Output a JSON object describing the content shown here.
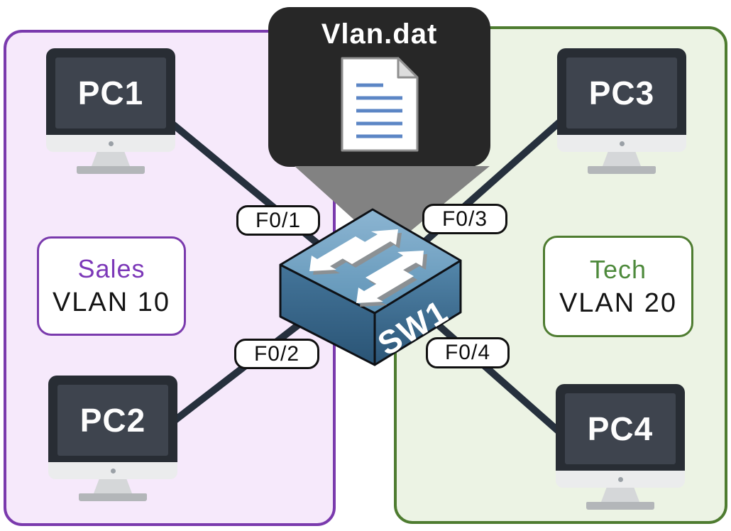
{
  "file_box": {
    "title": "Vlan.dat",
    "icon": "document-icon"
  },
  "switch": {
    "label": "SW1"
  },
  "zones": {
    "sales": {
      "name": "Sales",
      "vlan": "VLAN 10"
    },
    "tech": {
      "name": "Tech",
      "vlan": "VLAN 20"
    }
  },
  "pcs": {
    "pc1": {
      "label": "PC1",
      "zone": "Sales VLAN 10",
      "port": "F0/1"
    },
    "pc2": {
      "label": "PC2",
      "zone": "Sales VLAN 10",
      "port": "F0/2"
    },
    "pc3": {
      "label": "PC3",
      "zone": "Tech VLAN 20",
      "port": "F0/3"
    },
    "pc4": {
      "label": "PC4",
      "zone": "Tech VLAN 20",
      "port": "F0/4"
    }
  },
  "ports": {
    "f01": {
      "label": "F0/1"
    },
    "f02": {
      "label": "F0/2"
    },
    "f03": {
      "label": "F0/3"
    },
    "f04": {
      "label": "F0/4"
    }
  },
  "colors": {
    "sales_border": "#7a3aad",
    "sales_fill": "#f6e9fb",
    "sales_text": "#7c38b8",
    "tech_border": "#4e7c30",
    "tech_fill": "#ecf3e4",
    "tech_text": "#4e8a3c",
    "cable": "#26303d",
    "file_box_bg": "#272727",
    "funnel_gray": "#828282",
    "switch_top": "#7aa6c4",
    "switch_left": "#2f5a7a",
    "switch_right": "#3c6c8f",
    "doc_line_blue": "#5c86c5"
  }
}
